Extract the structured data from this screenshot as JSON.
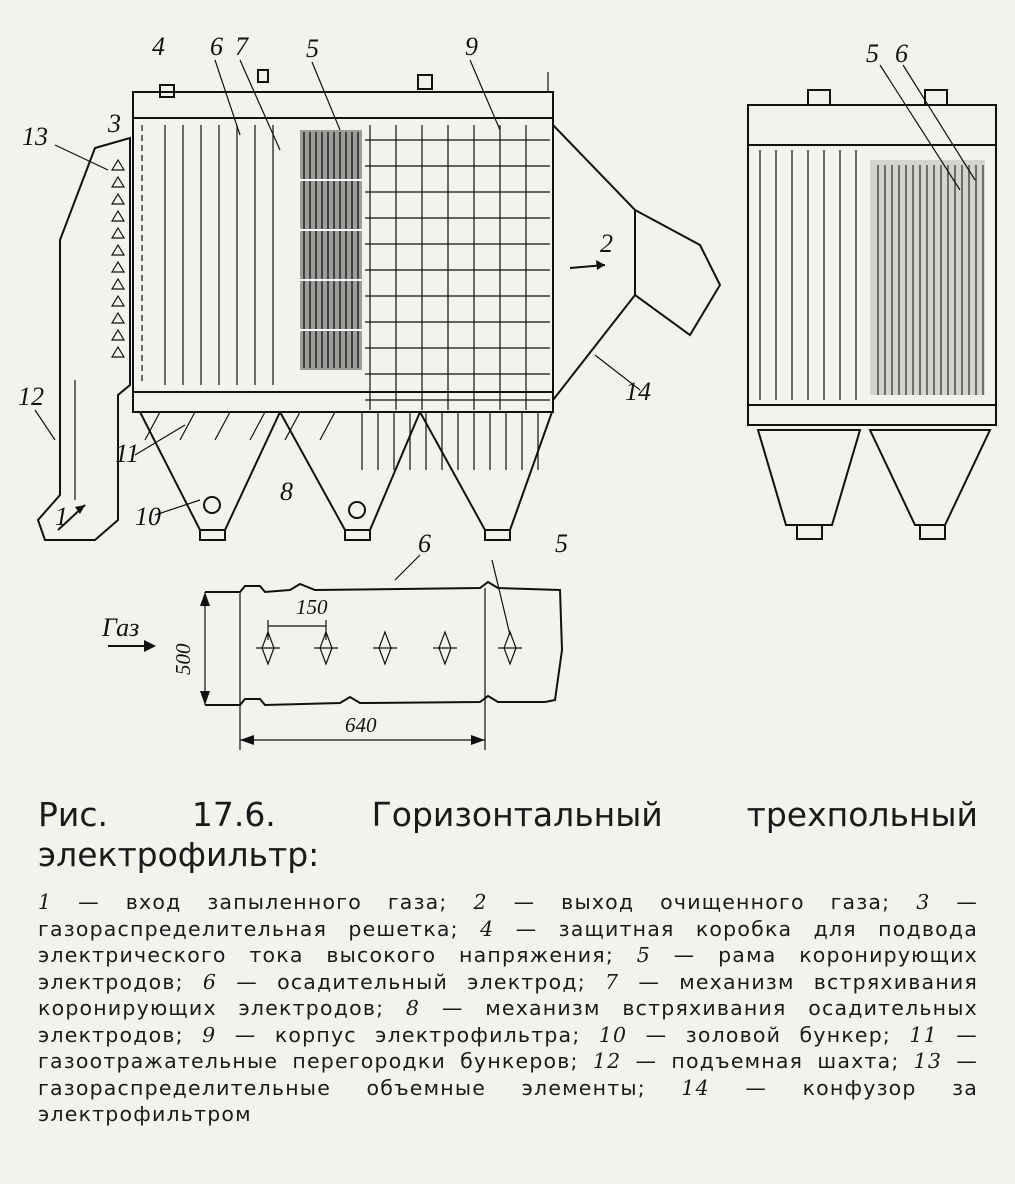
{
  "figure": {
    "callouts": [
      "1",
      "2",
      "3",
      "4",
      "5",
      "6",
      "7",
      "8",
      "9",
      "10",
      "11",
      "12",
      "13",
      "14"
    ],
    "side_view_callouts": [
      "5",
      "6"
    ],
    "detail": {
      "gas_label": "Газ",
      "callout_6": "6",
      "callout_5": "5",
      "dim_pitch": "150",
      "dim_height": "500",
      "dim_width": "640"
    }
  },
  "caption": {
    "label": "Рис. 17.6.",
    "title": "Горизонтальный трехпольный электрофильтр:",
    "legend": [
      {
        "n": "1",
        "text": "вход запыленного газа;"
      },
      {
        "n": "2",
        "text": "выход очищенного газа;"
      },
      {
        "n": "3",
        "text": "газораспределительная решетка;"
      },
      {
        "n": "4",
        "text": "защитная коробка для подвода электрического тока высокого напряжения;"
      },
      {
        "n": "5",
        "text": "рама коронирующих электродов;"
      },
      {
        "n": "6",
        "text": "осадительный электрод;"
      },
      {
        "n": "7",
        "text": "механизм встряхивания коронирующих электродов;"
      },
      {
        "n": "8",
        "text": "механизм встряхивания осадительных электродов;"
      },
      {
        "n": "9",
        "text": "корпус электрофильтра;"
      },
      {
        "n": "10",
        "text": "золовой бункер;"
      },
      {
        "n": "11",
        "text": "газоотражательные перегородки бункеров;"
      },
      {
        "n": "12",
        "text": "подъемная шахта;"
      },
      {
        "n": "13",
        "text": "газораспределительные объемные элементы;"
      },
      {
        "n": "14",
        "text": "конфузор за электрофильтром"
      }
    ]
  }
}
